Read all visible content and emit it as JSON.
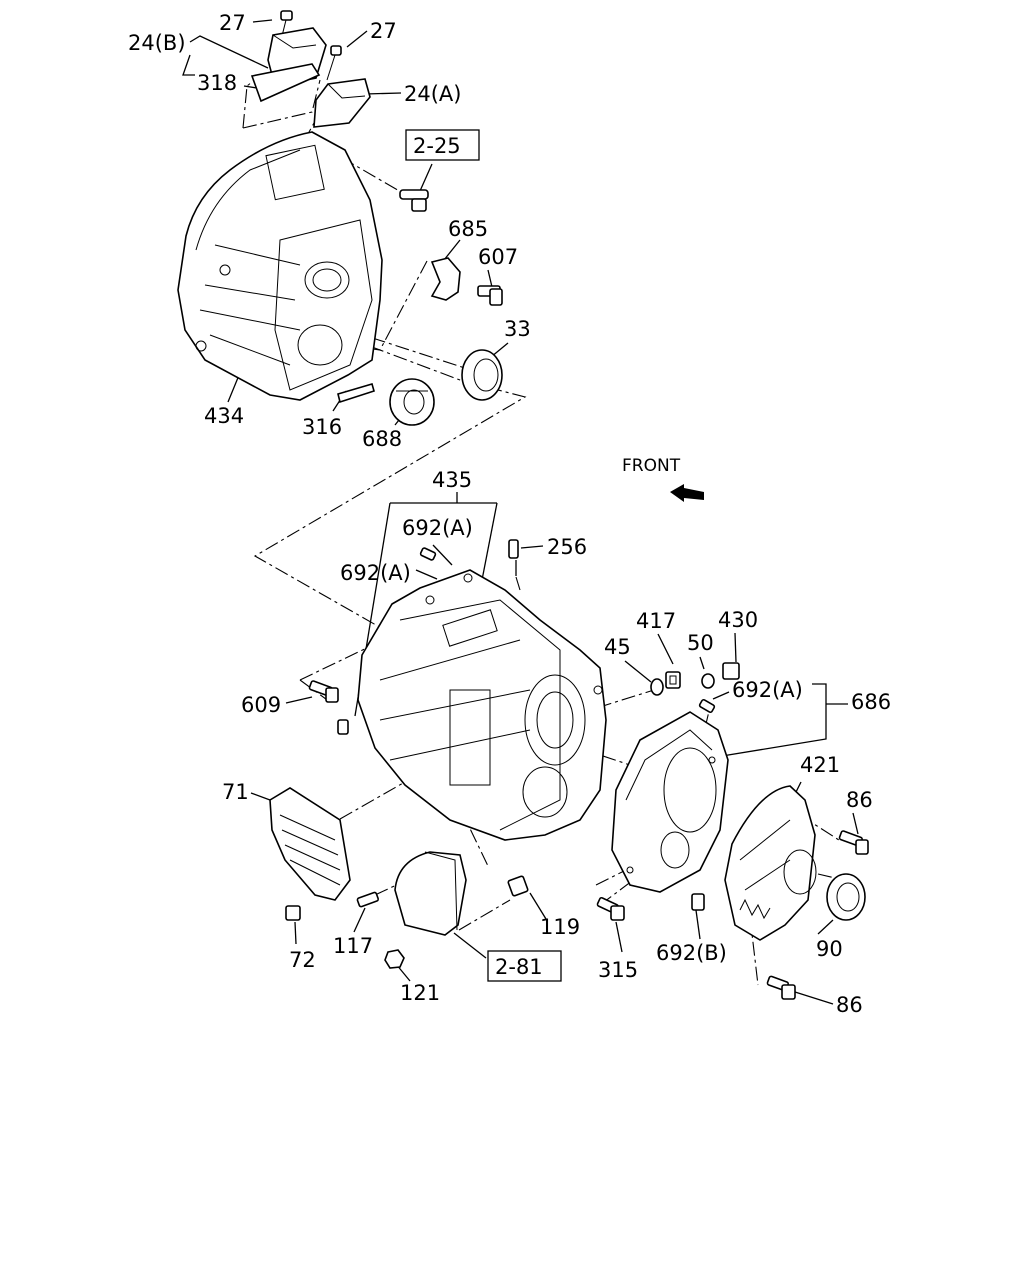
{
  "front_label": "FRONT",
  "callouts": {
    "c27a": "27",
    "c27b": "27",
    "c24b": "24(B)",
    "c318": "318",
    "c24a": "24(A)",
    "ref225": "2-25",
    "c685": "685",
    "c607": "607",
    "c33": "33",
    "c434": "434",
    "c316": "316",
    "c688": "688",
    "c435": "435",
    "c692a1": "692(A)",
    "c692a2": "692(A)",
    "c256": "256",
    "c417": "417",
    "c430": "430",
    "c45": "45",
    "c50": "50",
    "c692a3": "692(A)",
    "c686": "686",
    "c609": "609",
    "c421": "421",
    "c71": "71",
    "c86a": "86",
    "c86b": "86",
    "c90": "90",
    "c72": "72",
    "c117": "117",
    "c119": "119",
    "ref281": "2-81",
    "c121": "121",
    "c315": "315",
    "c692b": "692(B)"
  }
}
